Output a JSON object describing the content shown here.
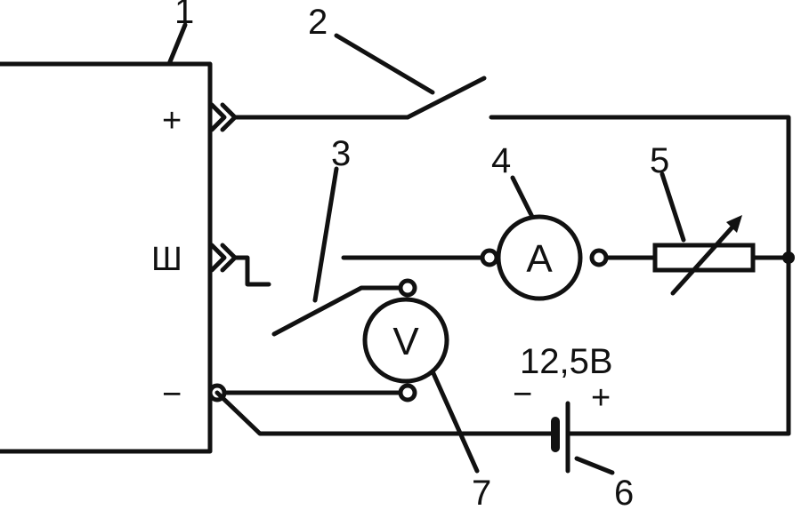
{
  "callouts": {
    "generator": "1",
    "main_switch": "2",
    "field_switch": "3",
    "ammeter": "4",
    "rheostat": "5",
    "battery": "6",
    "voltmeter": "7"
  },
  "terminals": {
    "plus": "+",
    "field": "Ш",
    "minus": "−"
  },
  "meters": {
    "ammeter_letter": "A",
    "voltmeter_letter": "V"
  },
  "battery": {
    "voltage": "12,5В",
    "minus": "−",
    "plus": "+"
  }
}
